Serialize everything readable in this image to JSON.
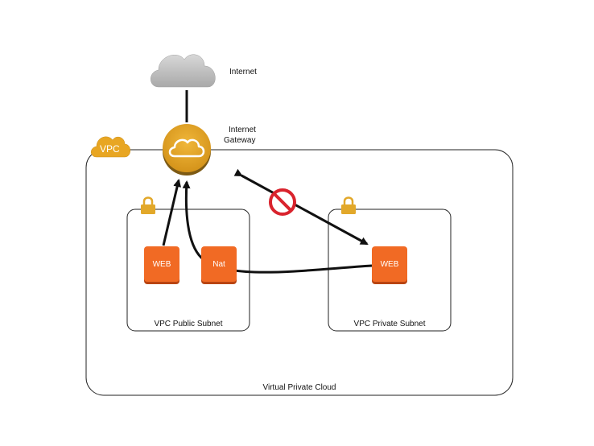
{
  "labels": {
    "internet": "Internet",
    "internet_gateway_line1": "Internet",
    "internet_gateway_line2": "Gateway",
    "vpc_badge": "VPC",
    "vpc": "Virtual Private Cloud",
    "public_subnet": "VPC Public Subnet",
    "private_subnet": "VPC Private Subnet"
  },
  "instances": {
    "public_web": "WEB",
    "nat": "Nat",
    "private_web": "WEB"
  },
  "colors": {
    "instance_orange": "#f16a24",
    "gateway_gold": "#e8a623",
    "cloud_gray": "#c9c9c9",
    "no_entry_red": "#d9232d",
    "lock_gold": "#e2a82a"
  }
}
